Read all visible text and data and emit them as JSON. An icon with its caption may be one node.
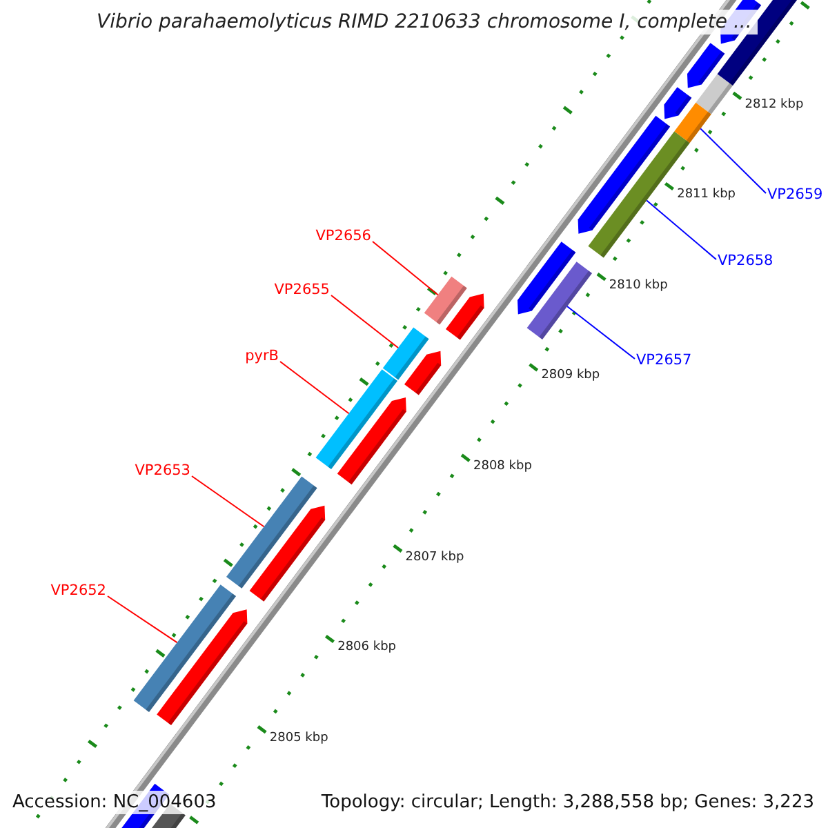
{
  "diagram": {
    "title": "Vibrio parahaemolyticus RIMD 2210633 chromosome I, complete ...",
    "nodes": [
      {
        "text": [
          "VP2656"
        ]
      },
      {
        "text": [
          "VP2655"
        ]
      },
      {
        "text": [
          "pyrB"
        ]
      },
      {
        "text": [
          "VP2653"
        ]
      },
      {
        "text": [
          "VP2652"
        ]
      },
      {
        "text": [
          "VP2659"
        ]
      },
      {
        "text": [
          "VP2658"
        ]
      },
      {
        "text": [
          "VP2657"
        ]
      },
      {
        "text": [],
        "shape": "bar"
      },
      {
        "text": [],
        "shape": "bar"
      },
      {
        "text": [],
        "shape": "bar"
      },
      {
        "text": [],
        "shape": "bar"
      },
      {
        "text": [],
        "shape": "bar"
      },
      {
        "text": [],
        "shape": "bar"
      },
      {
        "text": [],
        "shape": "bar"
      },
      {
        "text": [],
        "shape": "bar"
      }
    ],
    "edges": [
      {
        "from": 0,
        "to": 8,
        "arrow": "none"
      },
      {
        "from": 1,
        "to": 9,
        "arrow": "none"
      },
      {
        "from": 2,
        "to": 10,
        "arrow": "none"
      },
      {
        "from": 3,
        "to": 11,
        "arrow": "none"
      },
      {
        "from": 4,
        "to": 12,
        "arrow": "none"
      },
      {
        "from": 5,
        "to": 13,
        "arrow": "none",
        "color": "#0000ff"
      },
      {
        "from": 6,
        "to": 14,
        "arrow": "none",
        "color": "#0000ff"
      },
      {
        "from": 7,
        "to": 15,
        "arrow": "none",
        "color": "#0000ff"
      }
    ],
    "labels": [
      "2812 kbp",
      "2811 kbp",
      "2810 kbp",
      "2809 kbp",
      "2808 kbp",
      "2807 kbp",
      "2806 kbp",
      "2805 kbp",
      "Accession: NC_004603",
      "Topology: circular; Length: 3,288,558 bp; Genes: 3,223"
    ]
  }
}
